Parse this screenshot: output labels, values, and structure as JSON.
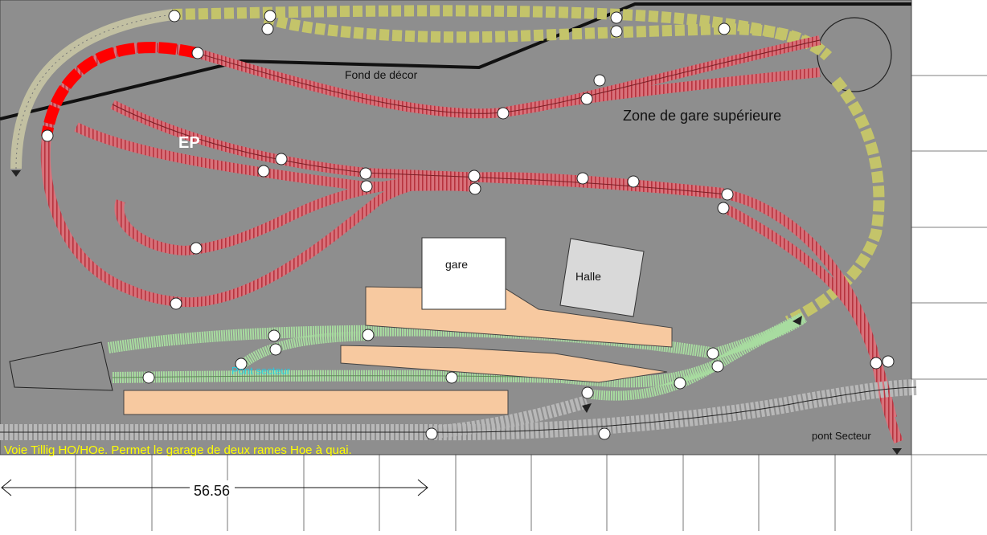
{
  "labels": {
    "fond_decor": "Fond de décor",
    "zone_gare": "Zone de gare supérieure",
    "ep": "EP",
    "gare": "gare",
    "halle": "Halle",
    "pont_secteur_faded": "Pont secteur",
    "pont_secteur": "pont Secteur",
    "voie_note": "Voie Tillig HO/HOe. Permet le garage de deux rames Hoe à quai.",
    "dimension": "56.56"
  },
  "colors": {
    "board": "#8e8e8e",
    "red_track": "#d8717a",
    "red_tie": "#b8343f",
    "red_highlight": "#ff0000",
    "yellow_track": "#c4c46a",
    "olive_track": "#c2c0a2",
    "green_track": "#a8dca0",
    "gray_track": "#b8b8b8",
    "platform": "#f7c9a0",
    "building_gare": "#ffffff",
    "building_halle": "#d9d9d9",
    "note_text": "#ffff00",
    "faded_text": "#00e5ff"
  }
}
